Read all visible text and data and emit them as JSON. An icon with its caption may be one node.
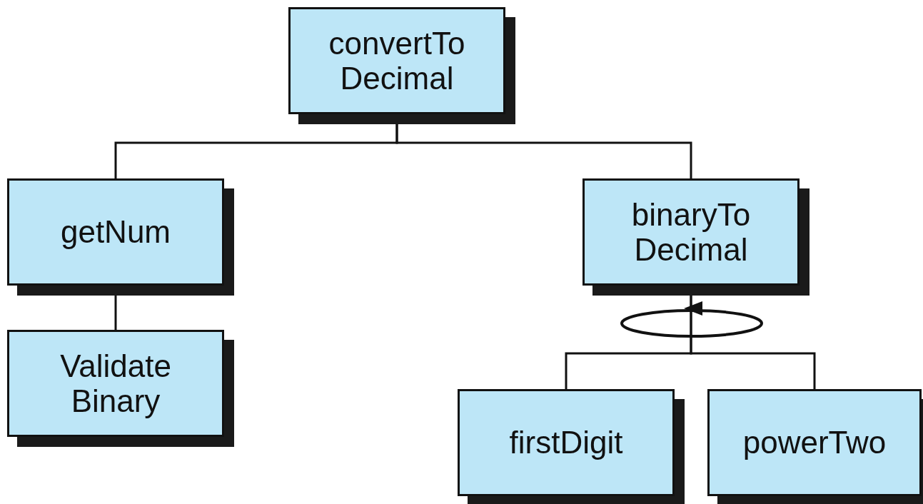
{
  "diagram": {
    "nodes": [
      {
        "text": [
          "convertTo Decimal"
        ]
      },
      {
        "text": [
          "getNum"
        ]
      },
      {
        "text": [
          "Validate Binary"
        ]
      },
      {
        "text": [
          "binaryTo Decimal"
        ]
      },
      {
        "text": [
          "firstDigit"
        ]
      },
      {
        "text": [
          "powerTwo"
        ]
      }
    ],
    "edges": [
      {
        "from": 0,
        "to": 1,
        "arrow": "none"
      },
      {
        "from": 0,
        "to": 3,
        "arrow": "none"
      },
      {
        "from": 1,
        "to": 2,
        "arrow": "none"
      },
      {
        "from": 3,
        "to": 4,
        "arrow": "none"
      },
      {
        "from": 3,
        "to": 5,
        "arrow": "none"
      }
    ]
  }
}
